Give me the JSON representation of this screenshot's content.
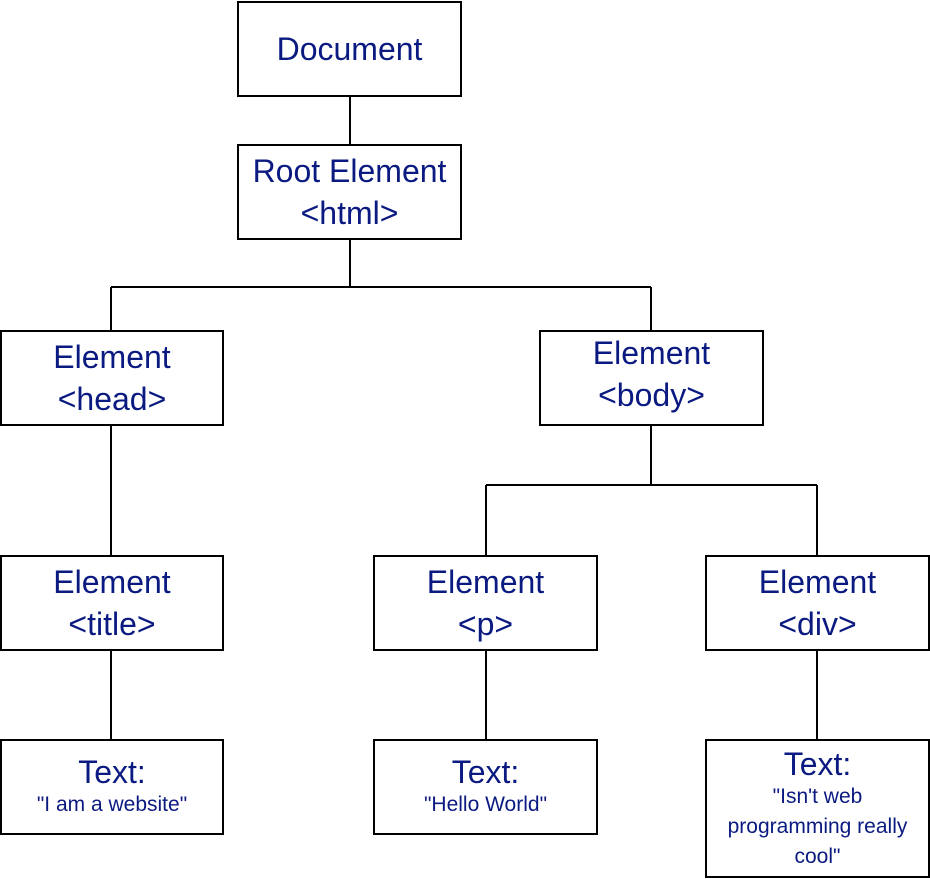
{
  "colors": {
    "text": "#0a1a80",
    "border": "#000000",
    "connector": "#000000",
    "background": "#ffffff"
  },
  "nodes": {
    "document": {
      "line1": "Document"
    },
    "root": {
      "line1": "Root Element",
      "line2": "<html>"
    },
    "head": {
      "line1": "Element",
      "line2": "<head>"
    },
    "body": {
      "line1": "Element",
      "line2": "<body>"
    },
    "title": {
      "line1": "Element",
      "line2": "<title>"
    },
    "p": {
      "line1": "Element",
      "line2": "<p>"
    },
    "div": {
      "line1": "Element",
      "line2": "<div>"
    },
    "text_title": {
      "label": "Text:",
      "value": "\"I am a website\""
    },
    "text_p": {
      "label": "Text:",
      "value": "\"Hello World\""
    },
    "text_div": {
      "label": "Text:",
      "value": "\"Isn't web programming really cool\""
    }
  }
}
